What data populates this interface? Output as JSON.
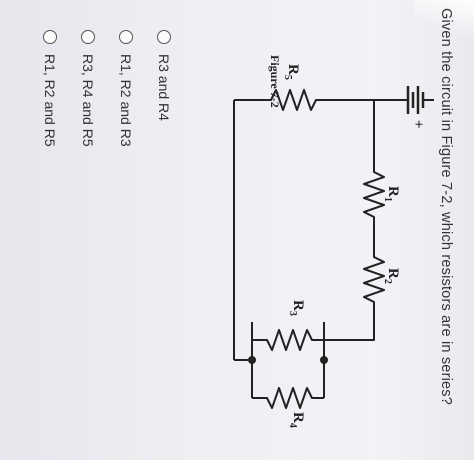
{
  "question": {
    "text": "Given the circuit in Figure 7-2, which resistors are in series?"
  },
  "figure": {
    "caption": "Figure 7-2",
    "resistors": [
      {
        "name": "R",
        "sub": "1"
      },
      {
        "name": "R",
        "sub": "2"
      },
      {
        "name": "R",
        "sub": "3"
      },
      {
        "name": "R",
        "sub": "4"
      },
      {
        "name": "R",
        "sub": "5"
      }
    ],
    "battery_plus": "+"
  },
  "options": [
    {
      "label": "R3 and R4",
      "selected": false
    },
    {
      "label": "R1, R2 and R3",
      "selected": false
    },
    {
      "label": "R3, R4 and R5",
      "selected": false
    },
    {
      "label": "R1, R2 and R5",
      "selected": false
    }
  ],
  "colors": {
    "text": "#333333",
    "wire": "#222222",
    "background": "#eeeff3"
  }
}
